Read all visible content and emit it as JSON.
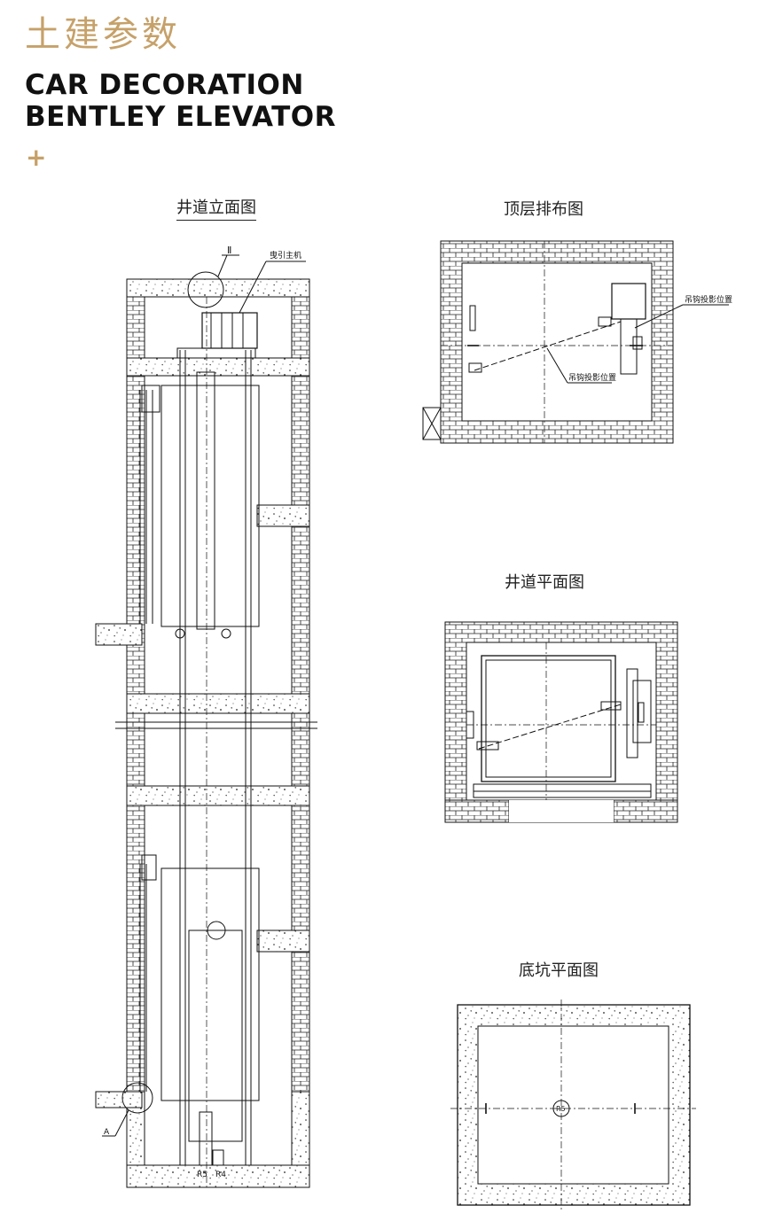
{
  "header": {
    "title_cn": "土建参数",
    "title_en_line1": "CAR DECORATION",
    "title_en_line2": "BENTLEY ELEVATOR",
    "plus_symbol": "+"
  },
  "drawings": {
    "shaft_elevation": {
      "caption": "井道立面图",
      "label_roman": "Ⅱ",
      "label_machine": "曳引主机",
      "label_detail_a": "A",
      "label_r5": "R5",
      "label_r4": "R4"
    },
    "top_floor_layout": {
      "caption": "顶层排布图",
      "label_hook_right": "吊钩投影位置",
      "label_hook_center": "吊钩投影位置"
    },
    "shaft_plan": {
      "caption": "井道平面图"
    },
    "pit_plan": {
      "caption": "底坑平面图",
      "label_r5": "R5"
    }
  },
  "colors": {
    "accent_gold": "#c6a169",
    "line": "#111111"
  }
}
